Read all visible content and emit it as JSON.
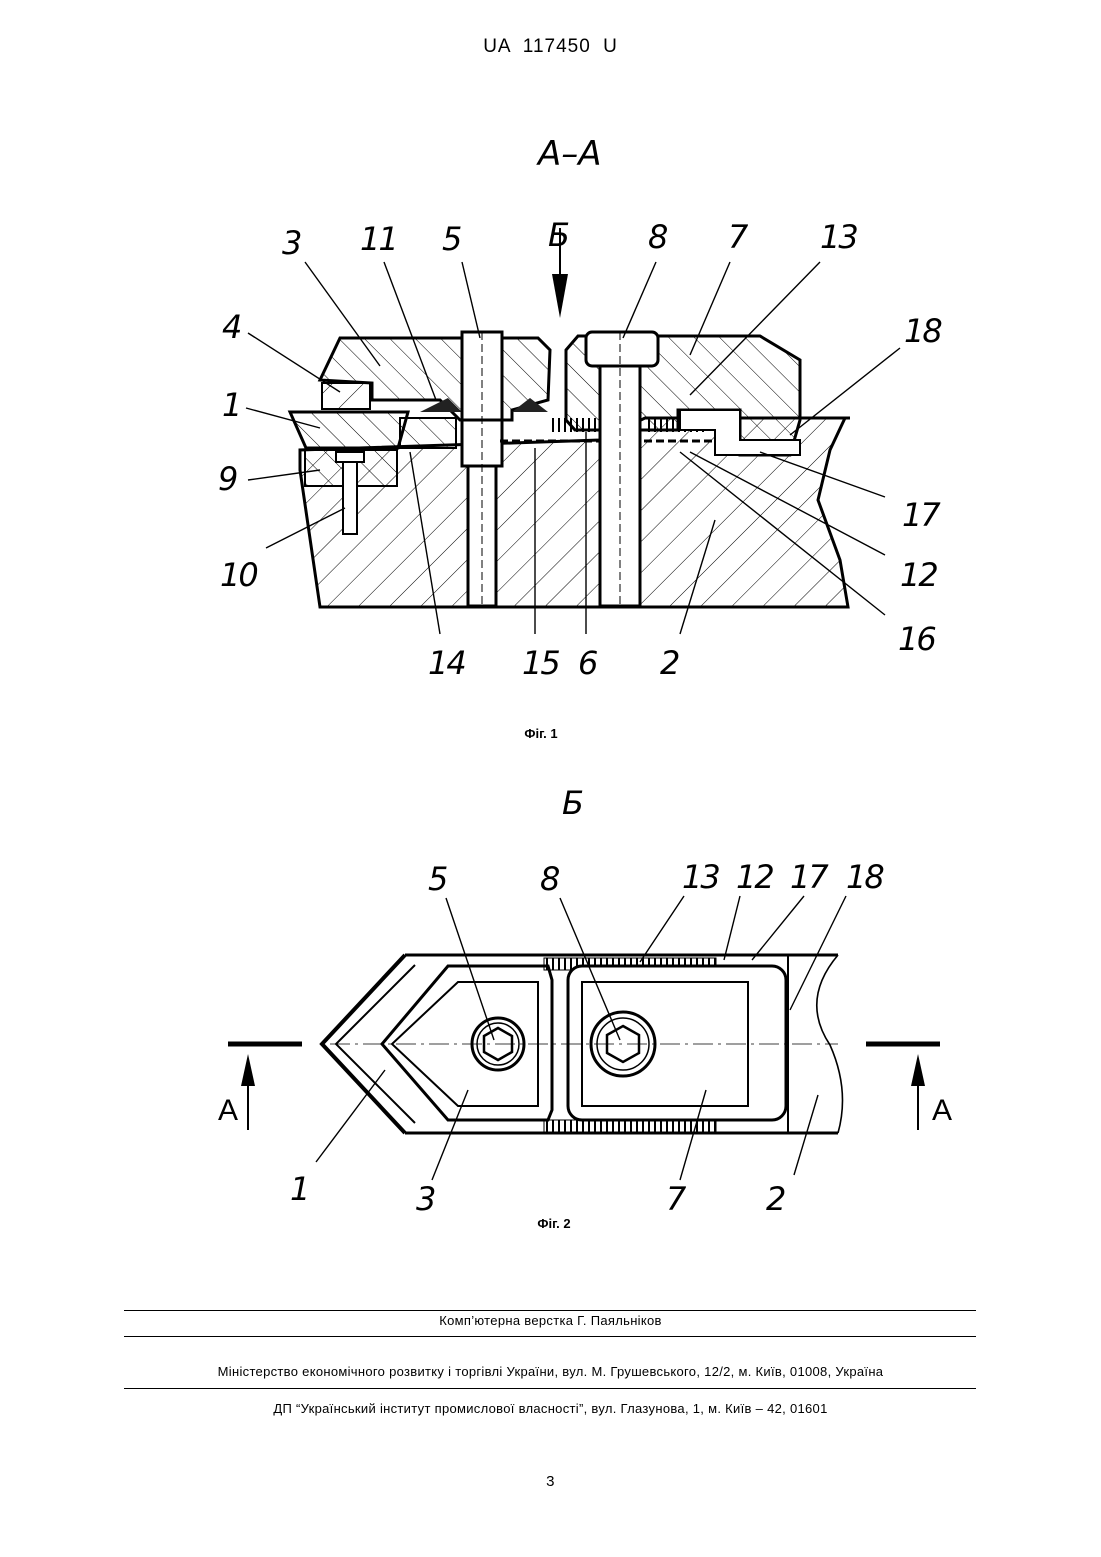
{
  "header": {
    "doc_number": "UA   117450   U"
  },
  "figure1": {
    "section_label": "A–A",
    "caption": "Фіг. 1",
    "view_arrow_label": "Б",
    "callouts": {
      "c3": "3",
      "c11": "11",
      "c5": "5",
      "c8": "8",
      "c7": "7",
      "c13": "13",
      "c18": "18",
      "c4": "4",
      "c1": "1",
      "c9": "9",
      "c10": "10",
      "c17": "17",
      "c12": "12",
      "c16": "16",
      "c14": "14",
      "c15": "15",
      "c6": "6",
      "c2": "2"
    }
  },
  "figure2": {
    "view_label": "Б",
    "caption": "Фіг. 2",
    "section_mark_left": "А",
    "section_mark_right": "А",
    "callouts": {
      "c5": "5",
      "c8": "8",
      "c13": "13",
      "c12": "12",
      "c17": "17",
      "c18": "18",
      "c1": "1",
      "c3": "3",
      "c7": "7",
      "c2": "2"
    }
  },
  "footer": {
    "layout_credit": "Комп’ютерна верстка Г. Паяльніков",
    "ministry": "Міністерство економічного розвитку і торгівлі України, вул. М. Грушевського, 12/2, м. Київ, 01008, Україна",
    "institute": "ДП “Український інститут промислової власності”, вул. Глазунова, 1, м. Київ – 42, 01601",
    "page_number": "3"
  }
}
